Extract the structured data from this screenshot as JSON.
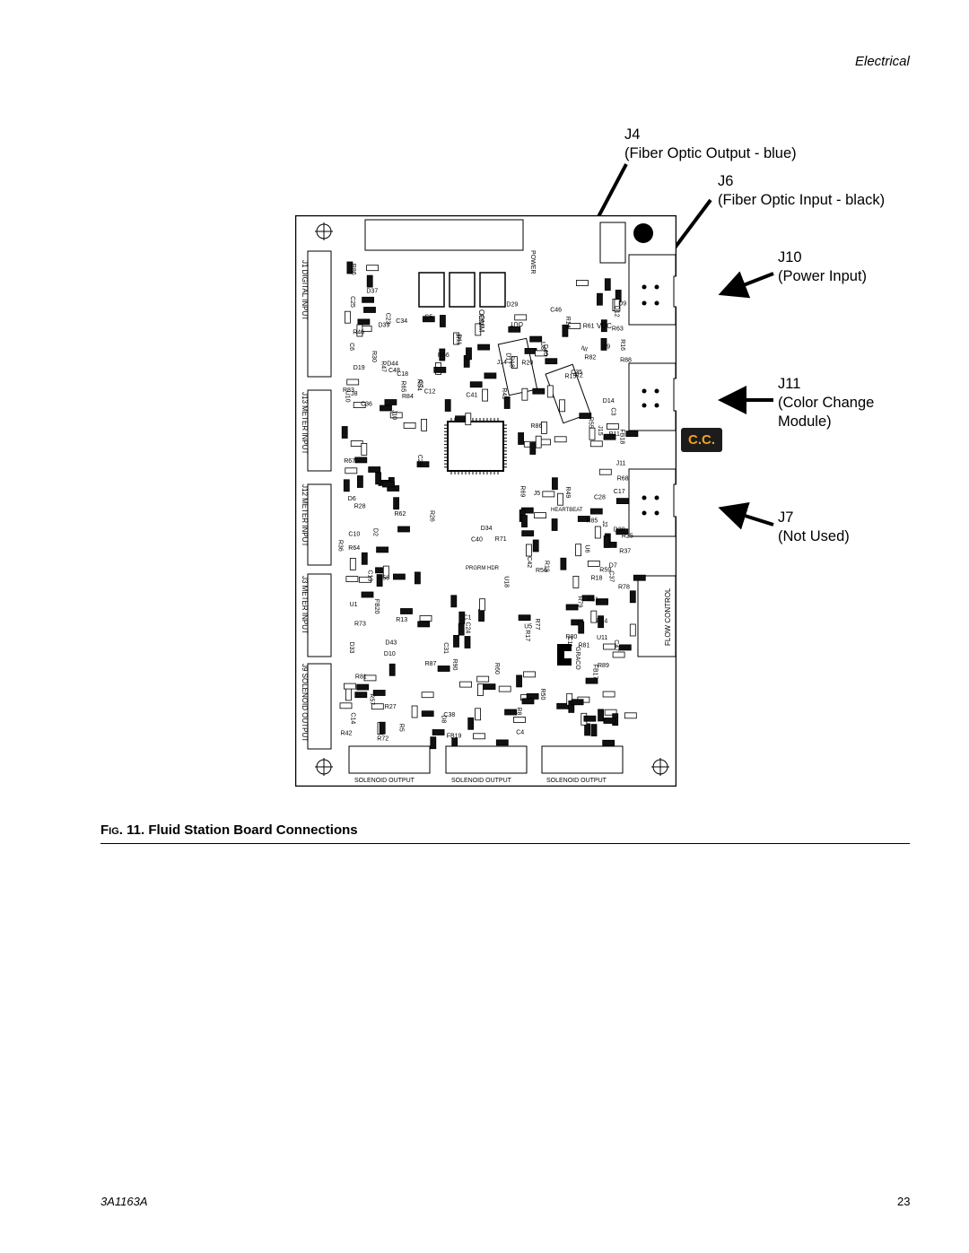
{
  "header": {
    "section": "Electrical"
  },
  "callouts": {
    "j4": {
      "id": "J4",
      "desc": "(Fiber Optic Output - blue)"
    },
    "j6": {
      "id": "J6",
      "desc": "(Fiber Optic Input - black)"
    },
    "j10": {
      "id": "J10",
      "desc": "(Power Input)"
    },
    "j11": {
      "id": "J11",
      "desc1": "(Color Change",
      "desc2": "Module)"
    },
    "j7": {
      "id": "J7",
      "desc": "(Not Used)"
    }
  },
  "cc_badge": "C.C.",
  "board": {
    "header_labels": {
      "j1": "J1 DIGITAL INPUT",
      "j13": "J13 METER INPUT",
      "j12": "J12 METER INPUT",
      "j3": "J3 METER INPUT",
      "j9": "J9 SOLENOID OUTPUT",
      "flow": "FLOW CONTROL"
    },
    "bottom_labels": [
      "SOLENOID OUTPUT",
      "SOLENOID OUTPUT",
      "SOLENOID OUTPUT"
    ],
    "silkscreen": {
      "power": "POWER",
      "comm": "COMM",
      "heartbeat": "HEARTBEAT",
      "vdc": "VDC",
      "graco": "GRACO",
      "prgm": "PRGRM HDR",
      "out": "OUT",
      "in": "IN"
    },
    "refs": [
      "R30",
      "D40",
      "D38",
      "D39",
      "D18",
      "FB17",
      "D37",
      "R50",
      "R51",
      "D19",
      "R56",
      "R11",
      "R81",
      "C42",
      "C47",
      "C48",
      "C46",
      "R37",
      "R36",
      "R43",
      "R81",
      "R46",
      "C26",
      "R80",
      "R47",
      "C24",
      "R74",
      "R72",
      "R19",
      "R14",
      "R73",
      "C7",
      "D7",
      "R13",
      "R17",
      "R16",
      "D44",
      "R71",
      "R68",
      "R67",
      "R60",
      "R63",
      "R64",
      "R87",
      "R88",
      "R86",
      "R90",
      "R89",
      "R57",
      "R52",
      "R78",
      "R28",
      "R77",
      "R79",
      "C23",
      "R20",
      "C3",
      "C14",
      "C40",
      "C17",
      "C18",
      "R54",
      "R59",
      "R83",
      "R86",
      "R82",
      "R84",
      "R66",
      "R61",
      "R62",
      "C38",
      "C37",
      "R65",
      "FB19",
      "FB18",
      "FB20",
      "D34",
      "C35",
      "C34",
      "C31",
      "C28",
      "D33",
      "D29",
      "R85",
      "R27",
      "R26",
      "R25",
      "D43",
      "R69",
      "U11",
      "C13",
      "U8",
      "U6",
      "U1",
      "U5",
      "U9",
      "U10",
      "U18",
      "J2",
      "D2",
      "C4",
      "D14",
      "D10",
      "D11",
      "J11",
      "J10",
      "J14",
      "J15",
      "J8",
      "J5",
      "R15",
      "R42",
      "C41",
      "R55",
      "R58",
      "C1",
      "C11",
      "C10",
      "C12",
      "R2",
      "R5",
      "R8",
      "R49",
      "C25",
      "D17",
      "D12",
      "C6",
      "C5",
      "D9",
      "D6",
      "D8",
      "R18",
      "C36",
      "J7"
    ]
  },
  "figure": {
    "prefix": "Fig",
    "number": ". 11. ",
    "title": "Fluid Station Board Connections"
  },
  "footer": {
    "doc_id": "3A1163A",
    "page": "23"
  }
}
